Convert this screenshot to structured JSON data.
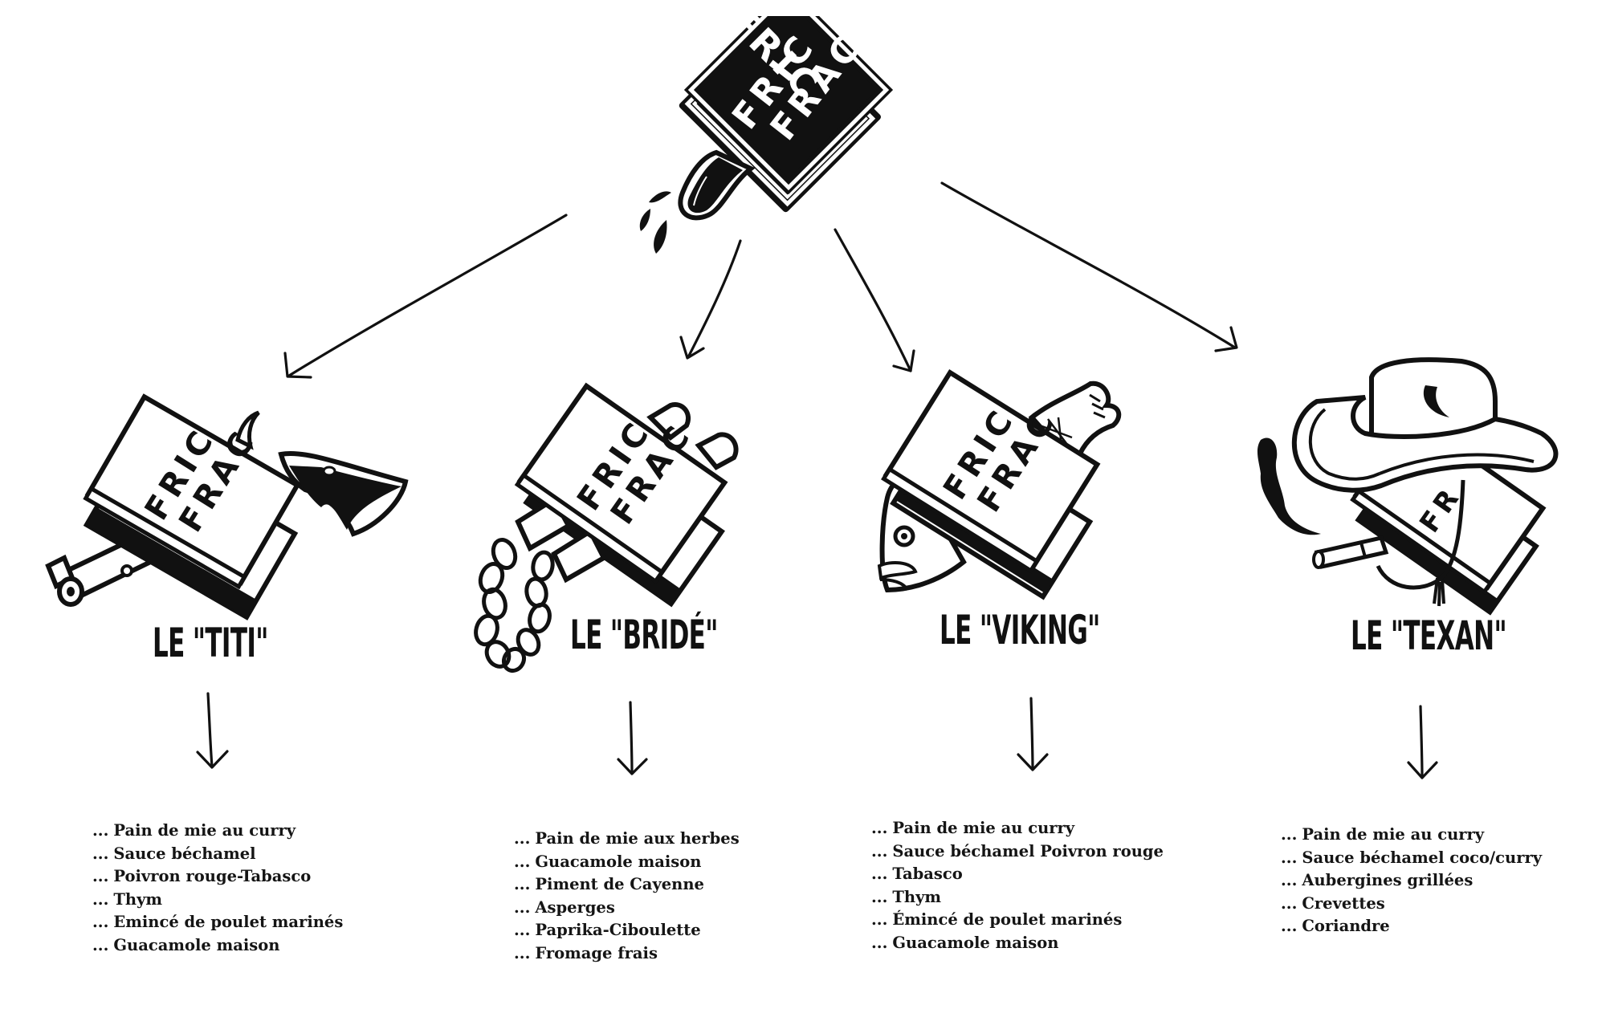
{
  "diagram": {
    "logo": {
      "line1": "FRIC",
      "line2": "FRAC",
      "icon": "sandwich-tongue-logo"
    },
    "colors": {
      "ink": "#111111",
      "background": "#ffffff"
    },
    "products": [
      {
        "id": "titi",
        "title": "LE \"TITI\"",
        "illustration": "revolver-sandwich-icon",
        "wafer_line1": "FRIC",
        "wafer_line2": "FRAC",
        "list_prefix": "...",
        "ingredients": [
          "Pain de mie au curry",
          "Sauce béchamel",
          "Poivron rouge-Tabasco",
          "Thym",
          "Emincé de poulet marinés",
          "Guacamole maison"
        ]
      },
      {
        "id": "bride",
        "title": "LE \"BRIDÉ\"",
        "illustration": "chained-sandwich-icon",
        "wafer_line1": "FRIC",
        "wafer_line2": "FRAC",
        "list_prefix": "...",
        "ingredients": [
          "Pain de mie aux herbes",
          "Guacamole maison",
          "Piment de Cayenne",
          "Asperges",
          "Paprika-Ciboulette",
          "Fromage frais"
        ]
      },
      {
        "id": "viking",
        "title": "LE \"VIKING\"",
        "illustration": "fish-sandwich-icon",
        "wafer_line1": "FRIC",
        "wafer_line2": "FRAC",
        "list_prefix": "...",
        "ingredients": [
          "Pain de mie au curry",
          "Sauce béchamel Poivron rouge",
          "Tabasco",
          "Thym",
          "Émincé de poulet marinés",
          "Guacamole maison"
        ]
      },
      {
        "id": "texan",
        "title": "LE \"TEXAN\"",
        "illustration": "cowboy-hat-sandwich-icon",
        "wafer_line1": "FR",
        "wafer_line2": "",
        "list_prefix": "...",
        "ingredients": [
          "Pain de mie au curry",
          "Sauce béchamel coco/curry",
          "Aubergines grillées",
          "Crevettes",
          "Coriandre"
        ]
      }
    ]
  }
}
